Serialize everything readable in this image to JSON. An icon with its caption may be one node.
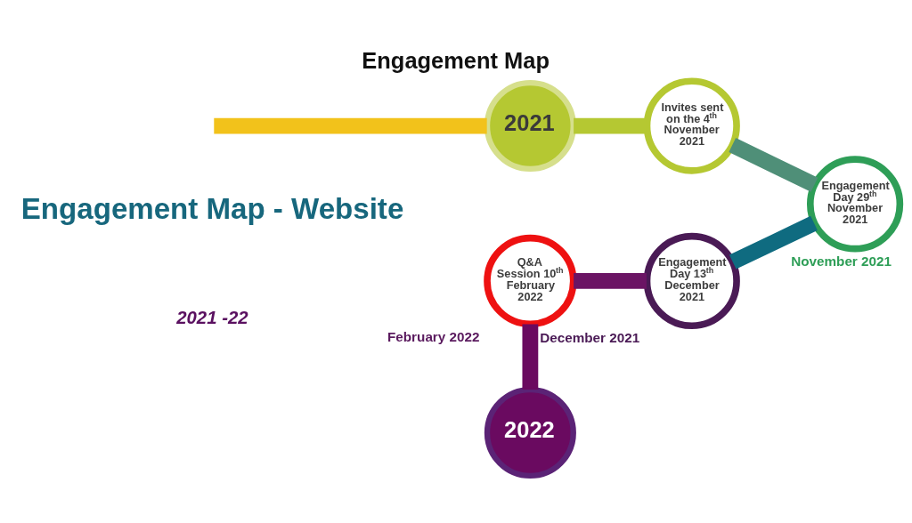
{
  "diagram": {
    "title": "Engagement Map",
    "nodes": [
      {
        "text": [
          "2021"
        ]
      },
      {
        "text": [
          "Invites sent on the 4$^{th}$ November 2021"
        ]
      },
      {
        "text": [
          "Engagement Day 29$^{th}$ November 2021"
        ],
        "beside": [
          "November 2021"
        ]
      },
      {
        "text": [
          "Engagement Day 13$^{th}$ December 2021"
        ],
        "beside": [
          "December 2021"
        ]
      },
      {
        "text": [
          "Q&A Session 10$^{th}$ February 2022"
        ],
        "beside": [
          "February 2022"
        ]
      },
      {
        "text": [
          "2022"
        ]
      }
    ],
    "edges": [
      {
        "from": null,
        "to": 0,
        "arrow": "none",
        "color": "#f2c21b"
      },
      {
        "from": 0,
        "to": 1,
        "arrow": "none",
        "color": "#b5c832"
      },
      {
        "from": 1,
        "to": 2,
        "arrow": "none",
        "color": "#4f8f78"
      },
      {
        "from": 2,
        "to": 3,
        "arrow": "none",
        "color": "#0f6b80"
      },
      {
        "from": 3,
        "to": 4,
        "arrow": "none",
        "color": "#6b1464"
      },
      {
        "from": 4,
        "to": 5,
        "arrow": "none",
        "color": "#6a0a5f"
      }
    ],
    "labels": [
      "Engagement Map - Website",
      "2021 -22"
    ]
  }
}
